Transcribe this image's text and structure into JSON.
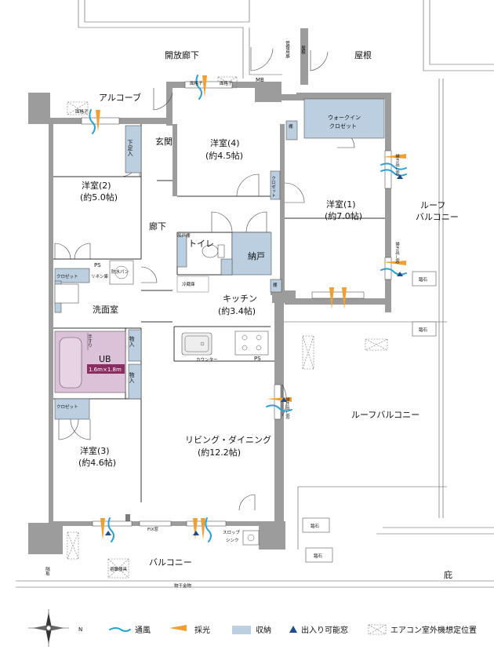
{
  "rooms": {
    "open_corridor": "開放廊下",
    "roof": "屋根",
    "alcove": "アルコーブ",
    "entrance": "玄関",
    "shoe_box": "下足入",
    "western4_name": "洋室(4)",
    "western4_size": "(約4.5帖)",
    "western2_name": "洋室(2)",
    "western2_size": "(約5.0帖)",
    "western1_name": "洋室(1)",
    "western1_size": "(約7.0帖)",
    "western3_name": "洋室(3)",
    "western3_size": "(約4.6帖)",
    "walkin_closet_1": "ウォークイン",
    "walkin_closet_2": "クロゼット",
    "roof_balcony_right_1": "ルーフ",
    "roof_balcony_right_2": "バルコニー",
    "roof_balcony_main": "ルーフバルコニー",
    "hallway": "廊下",
    "toilet": "トイレ",
    "storeroom": "納戸",
    "kitchen_name": "キッチン",
    "kitchen_size": "(約3.4帖)",
    "washroom": "洗面室",
    "ub": "UB",
    "ub_size": "1.6m×1.8m",
    "living_name": "リビング・ダイニング",
    "living_size": "(約12.2帖)",
    "balcony": "バルコニー",
    "garden": "庇"
  },
  "labels": {
    "mb": "MB",
    "ps": "PS",
    "ps2": "PS",
    "closet": "クロゼット",
    "closet2": "クロゼット",
    "closet3": "クロゼット",
    "linen": "リネン庫",
    "washer_pan": "防水パン",
    "fridge": "冷蔵庫",
    "counter": "カウンター",
    "storage_in_1": "物入",
    "storage_in_2": "物入",
    "fix_window": "FIX窓",
    "slop_sink_1": "スロップ",
    "slop_sink_2": "シンク",
    "drying_hardware": "物干金物",
    "shelf": "棚",
    "shelf2": "棚",
    "handrail": "手すり",
    "hanging_shelf": "吊戸棚",
    "lattice": "面格子",
    "lattice2": "面格子",
    "lattice3": "面格子",
    "meter_box": "管理用扉",
    "roof_access": "屋根",
    "hatch": "避難器具",
    "partition": "隔板",
    "paving1": "踏石",
    "paving2": "踏石",
    "paving3": "踏石",
    "paving4": "踏石",
    "sweep_window_1": "掃き出し窓",
    "sweep_window_2": "掃き出し窓",
    "sweep_window_3": "掃き出し窓",
    "compass": "N"
  },
  "legend": {
    "ventilation": "通風",
    "daylight": "採光",
    "storage": "収納",
    "access_window": "出入り可能窓",
    "ac_unit": "エアコン室外機想定位置"
  },
  "colors": {
    "wall": "#9c9c9c",
    "storage": "#bccfe0",
    "ub": "#dcc2d8",
    "ub_label_bg": "#8c2d62",
    "wind": "#2aa2d4",
    "light": "#f0a030",
    "access_marker": "#1f4d8a"
  }
}
